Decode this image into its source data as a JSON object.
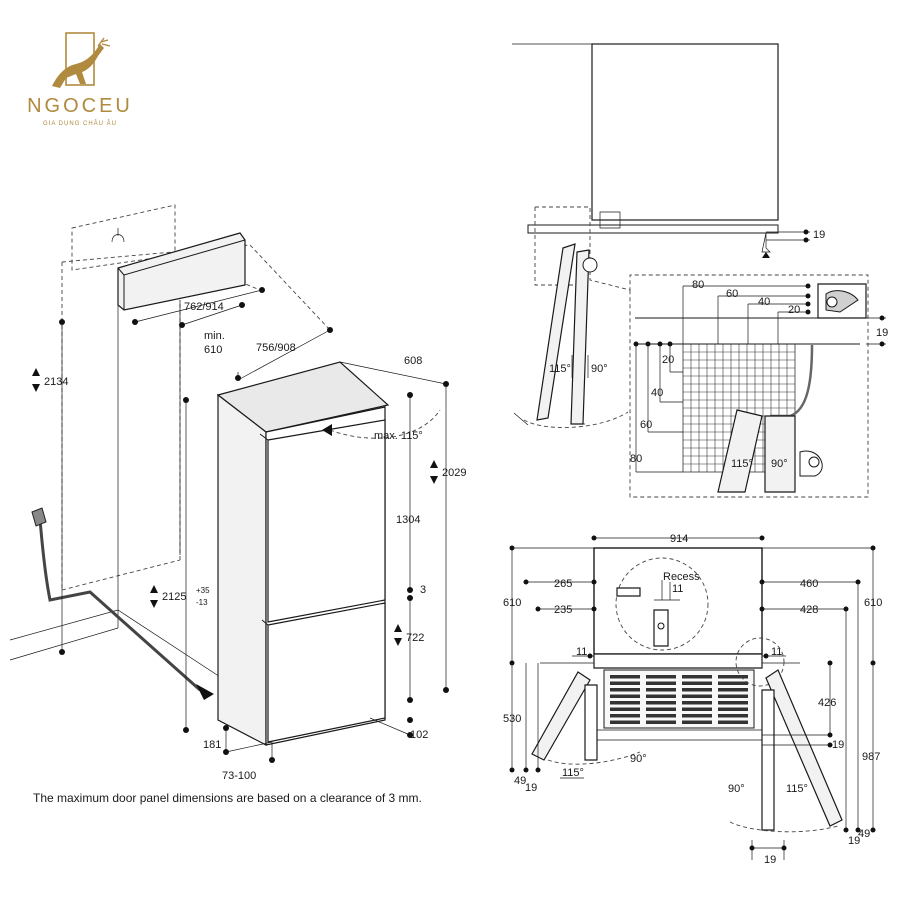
{
  "logo": {
    "brand": "NGOCEU",
    "tagline": "GIA DỤNG CHÂU ÂU",
    "gold": "#b08a3e"
  },
  "caption": "The maximum door panel dimensions are based on a clearance of 3 mm.",
  "iso": {
    "d_762_914": "762/914",
    "d_min": "min.",
    "d_610": "610",
    "d_756_908": "756/908",
    "d_608": "608",
    "d_2134": "2134",
    "d_max115": "max. 115°",
    "d_2029": "2029",
    "d_1304": "1304",
    "d_3": "3",
    "d_2125": "2125",
    "d_2125_up": "+35",
    "d_2125_dn": "-13",
    "d_722": "722",
    "d_181": "181",
    "d_102": "102",
    "d_73_100": "73-100"
  },
  "hinge": {
    "d_19_top": "19",
    "d_80": "80",
    "d_60": "60",
    "d_40": "40",
    "d_20": "20",
    "d_19_r": "19",
    "v_20": "20",
    "v_40": "40",
    "v_60": "60",
    "v_80": "80",
    "a_115_l": "115°",
    "a_90_l": "90°",
    "a_115_g": "115°",
    "a_90_g": "90°"
  },
  "plan": {
    "d_914": "914",
    "d_265": "265",
    "d_235": "235",
    "d_460": "460",
    "d_428": "428",
    "d_610_l": "610",
    "d_610_r": "610",
    "recess": "Recess",
    "d_11_rec": "11",
    "d_11_l": "11",
    "d_11_r": "11",
    "d_530": "530",
    "d_426": "426",
    "d_19_a": "19",
    "d_987": "987",
    "a_115_l": "115°",
    "a_90_c": "90°",
    "d_49_l": "49",
    "d_19_l": "19",
    "a_90_r": "90°",
    "a_115_r": "115°",
    "d_19_b": "19",
    "d_49_r": "49",
    "d_19_br": "19"
  }
}
